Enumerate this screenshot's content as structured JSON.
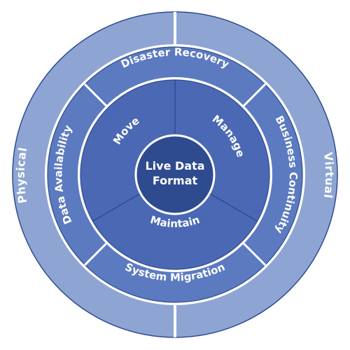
{
  "center": {
    "line1": "Live Data",
    "line2": "Format"
  },
  "inner_ring": {
    "move": "Move",
    "manage": "Manage",
    "maintain": "Maintain"
  },
  "middle_ring": {
    "disaster_recovery": "Disaster Recovery",
    "business_continuity": "Business Continuity",
    "system_migration": "System Migration",
    "data_availability": "Data Availability"
  },
  "outer_ring": {
    "physical": "Physical",
    "virtual": "Virtual"
  },
  "colors": {
    "outer_ring": "#8ea5d3",
    "middle_ring": "#5b7ac0",
    "inner_ring": "#4a68b4",
    "center": "#2f4b8f",
    "separator": "#ffffff",
    "outline": "#2f4b8f"
  }
}
